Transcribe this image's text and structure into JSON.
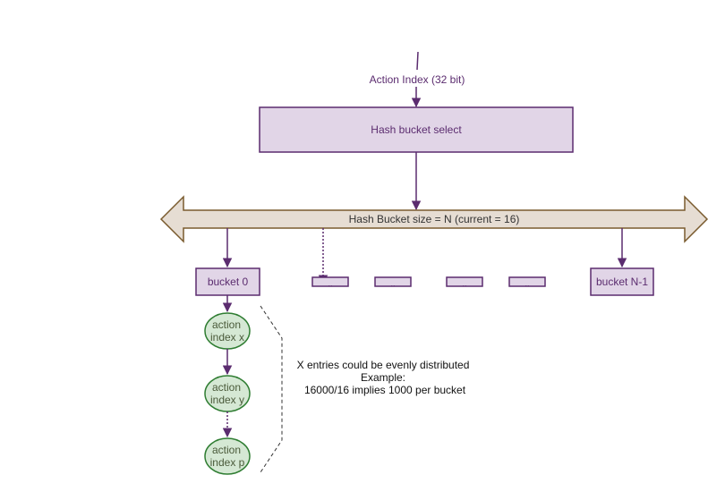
{
  "input": {
    "label": "Action Index (32 bit)"
  },
  "hash_select": {
    "label": "Hash bucket select"
  },
  "bus": {
    "label": "Hash Bucket size = N (current = 16)"
  },
  "buckets": {
    "first": "bucket 0",
    "last": "bucket N-1",
    "placeholders": [
      "..",
      "..",
      "..",
      ".."
    ]
  },
  "entries": [
    {
      "line1": "action",
      "line2": "index x"
    },
    {
      "line1": "action",
      "line2": "index y"
    },
    {
      "line1": "action",
      "line2": "index p"
    }
  ],
  "note": {
    "line1": "X entries could be evenly distributed",
    "line2": "Example:",
    "line3": "16000/16 implies 1000 per bucket"
  },
  "colors": {
    "purple": "#5b2c6f",
    "purple_fill": "#e1d5e7",
    "bus_fill": "#e6ddd3",
    "bus_stroke": "#7a5b2e",
    "green_fill": "#d5e8d4",
    "green_stroke": "#2f7d32"
  }
}
